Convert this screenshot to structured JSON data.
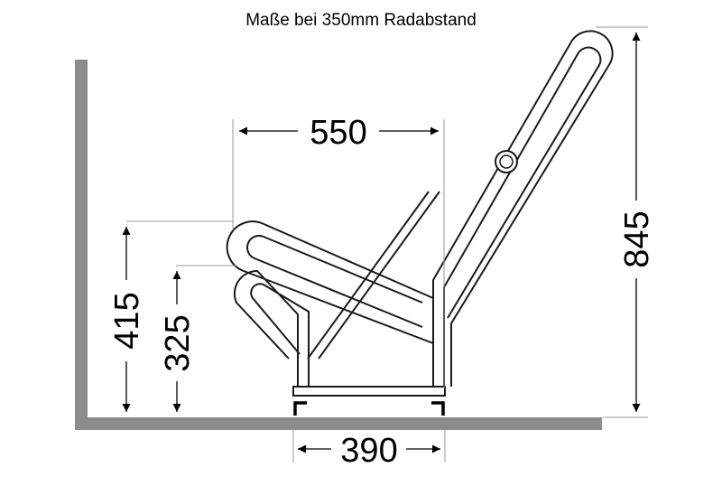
{
  "diagram": {
    "title": "Maße bei 350mm Radabstand",
    "dimensions": {
      "width_top": "550",
      "width_base": "390",
      "height_total": "845",
      "height_upper_loop": "415",
      "height_lower_loop": "325"
    },
    "colors": {
      "ground": "#8c8c8c",
      "tube_stroke": "#1a1a1a",
      "dimension_line": "#000000",
      "guide_line": "#9a9a9a"
    }
  }
}
